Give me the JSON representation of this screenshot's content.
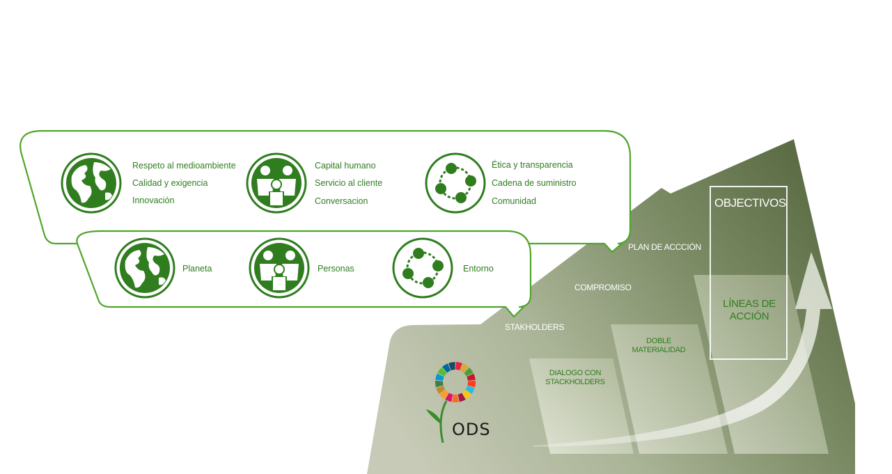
{
  "top_panel": {
    "groups": [
      {
        "icon": "globe-icon",
        "items": [
          "Respeto al medioambiente",
          "Calidad y exigencia",
          "Innovación"
        ]
      },
      {
        "icon": "people-icon",
        "items": [
          "Capital humano",
          "Servicio al cliente",
          "Conversacion"
        ]
      },
      {
        "icon": "network-circle-icon",
        "items": [
          "Ética y transparencia",
          "Cadena de suministro",
          "Comunidad"
        ]
      }
    ]
  },
  "bottom_panel": {
    "groups": [
      {
        "icon": "globe-icon",
        "label": "Planeta"
      },
      {
        "icon": "people-icon",
        "label": "Personas"
      },
      {
        "icon": "network-circle-icon",
        "label": "Entorno"
      }
    ]
  },
  "staircase": {
    "steps": [
      "STAKHOLDERS",
      "COMPROMISO",
      "PLAN DE ACCCIÓN"
    ],
    "objectives": "OBJECTIVOS",
    "boxes": [
      {
        "label_lines": [
          "DIALOGO CON",
          "STACKHOLDERS"
        ]
      },
      {
        "label_lines": [
          "DOBLE",
          "MATERIALIDAD"
        ]
      },
      {
        "label_lines": [
          "LÍNEAS DE",
          "ACCIÓN"
        ]
      }
    ]
  },
  "ods_logo": {
    "text": "ODS"
  },
  "colors": {
    "green": "#2f7d1f",
    "bubble_border": "#4ea52a",
    "dark_olive": "#5f7249",
    "light_sage": "#c3c8b2"
  }
}
